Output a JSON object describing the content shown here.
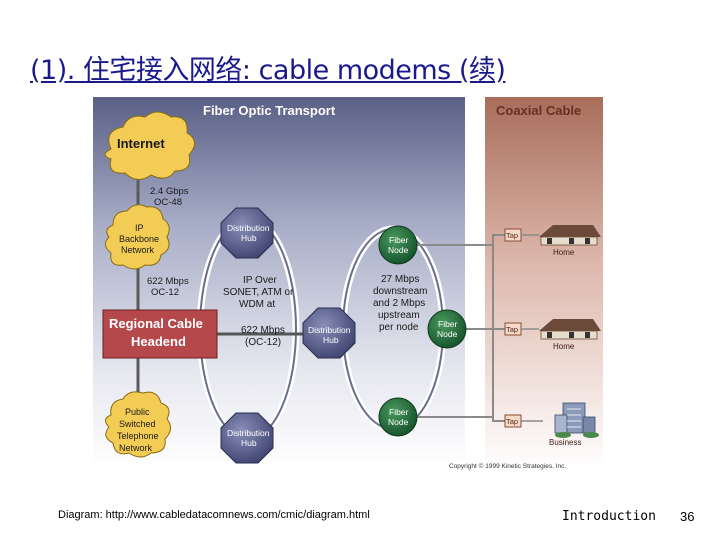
{
  "slide": {
    "title": "(1). 住宅接入网络: cable modems (续)",
    "caption": "Diagram: http://www.cabledatacomnews.com/cmic/diagram.html",
    "footer_title": "Introduction",
    "page_number": "36"
  },
  "diagram": {
    "header_fiber": "Fiber Optic Transport",
    "header_coax": "Coaxial Cable",
    "internet": "Internet",
    "link_top": [
      "2.4 Gbps",
      "OC-48"
    ],
    "ip_backbone": [
      "IP",
      "Backbone",
      "Network"
    ],
    "link_mid": [
      "622 Mbps",
      "OC-12"
    ],
    "headend": [
      "Regional Cable",
      "Headend"
    ],
    "pstn": [
      "Public",
      "Switched",
      "Telephone",
      "Network"
    ],
    "distribution_hub": [
      "Distribution",
      "Hub"
    ],
    "fiber_node": [
      "Fiber",
      "Node"
    ],
    "ring_note_a": [
      "IP Over",
      "SONET, ATM or",
      "WDM at"
    ],
    "ring_note_b": [
      "622 Mbps",
      "(OC-12)"
    ],
    "ring_note_c": [
      "27 Mbps",
      "downstream",
      "and 2 Mbps",
      "upstream",
      "per node"
    ],
    "tap": "Tap",
    "home": "Home",
    "business": "Business",
    "copyright": "Copyright © 1999 Kinetic Strategies, Inc."
  },
  "colors": {
    "title": "#1a1a8c",
    "headend_fill": "#b5484a",
    "node_fill": "#1f6b3a",
    "hub_fill": "#5a5f8c",
    "cloud_fill": "#f2cc55"
  }
}
